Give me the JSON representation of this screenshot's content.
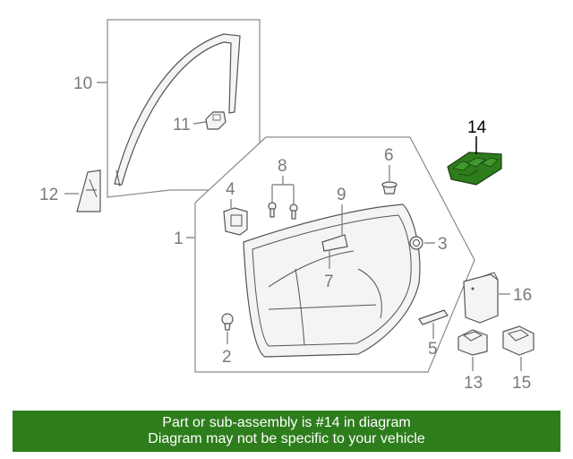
{
  "callouts": {
    "c1": "1",
    "c2": "2",
    "c3": "3",
    "c4": "4",
    "c5": "5",
    "c6": "6",
    "c7": "7",
    "c8": "8",
    "c9": "9",
    "c10": "10",
    "c11": "11",
    "c12": "12",
    "c13": "13",
    "c14": "14",
    "c15": "15",
    "c16": "16"
  },
  "highlight_color": "#2e7d1c",
  "footer": {
    "line1": "Part or sub-assembly is #14 in diagram",
    "line2": "Diagram may not be specific to your vehicle"
  }
}
